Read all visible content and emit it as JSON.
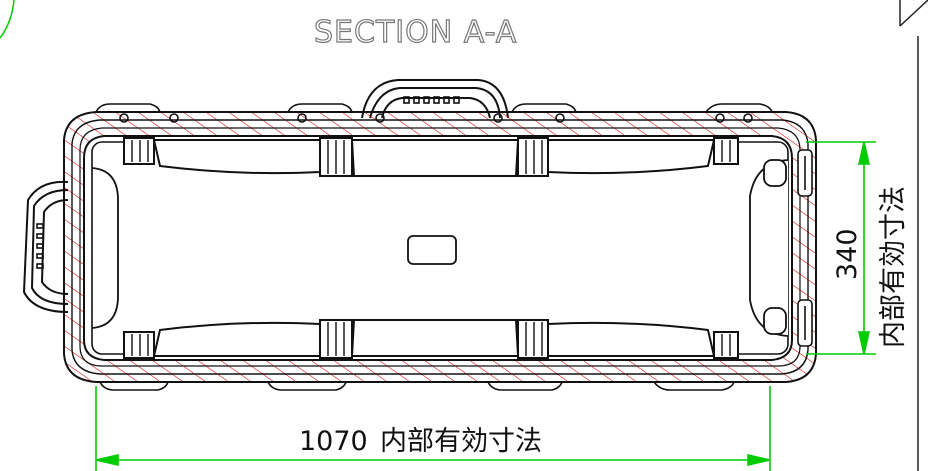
{
  "drawing": {
    "title": "SECTION A-A",
    "width_dimension": {
      "value": "1070",
      "label": "内部有効寸法"
    },
    "height_dimension": {
      "value": "340",
      "label": "内部有効寸法"
    },
    "colors": {
      "outline": "#111111",
      "hatch": "#d40000",
      "dimension": "#00cc00",
      "title": "#777777",
      "frame": "#222222"
    }
  }
}
